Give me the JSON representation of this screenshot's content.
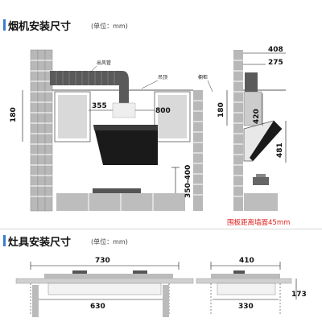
{
  "section_range_hood": {
    "title": "烟机安装尺寸",
    "unit": "(单位：mm)",
    "labels": {
      "duct": "出风管",
      "cabinet": "橱柜",
      "hanger": "吊顶"
    },
    "dims": {
      "width_355": "355",
      "width_800": "800",
      "height_180": "180",
      "height_350_400": "350-400",
      "side_408": "408",
      "side_275": "275",
      "side_180": "180",
      "side_420": "420",
      "side_481": "481"
    },
    "note": "围板距离墙面45mm"
  },
  "section_stove": {
    "title": "灶具安装尺寸",
    "unit": "(单位：mm)",
    "dims": {
      "front_top": "730",
      "front_bottom": "630",
      "side_top": "410",
      "side_bottom": "330",
      "side_height": "173"
    }
  },
  "colors": {
    "accent": "#3a7bd5",
    "brick": "#b5b5b5",
    "note_red": "#e02020"
  }
}
